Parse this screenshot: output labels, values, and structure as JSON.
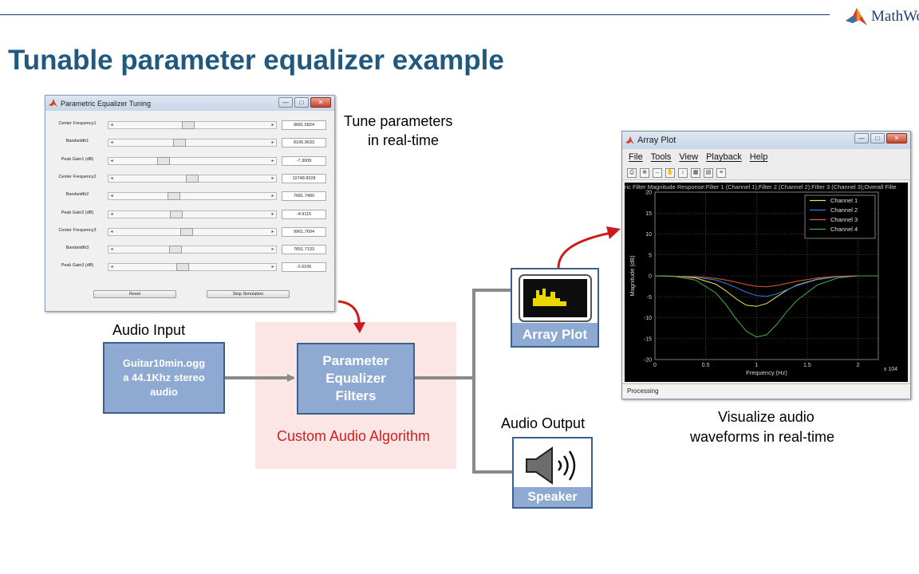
{
  "header": {
    "title": "Tunable parameter equalizer example",
    "logo_text": "MathWorks",
    "colors": {
      "title": "#21587f",
      "rule": "#1f3b5c",
      "logo_text": "#1e3f73"
    }
  },
  "tuning_window": {
    "title": "Parametric Equalizer Tuning",
    "params": [
      {
        "label": "Center Frequency1",
        "value": "9681.5824",
        "position": 0.47
      },
      {
        "label": "Bandwidth1",
        "value": "8106.9633",
        "position": 0.41
      },
      {
        "label": "Peak Gain1 (dB)",
        "value": "-7.3009",
        "position": 0.3
      },
      {
        "label": "Center Frequency2",
        "value": "10748.9028",
        "position": 0.5
      },
      {
        "label": "Bandwidth2",
        "value": "7681.7480",
        "position": 0.37
      },
      {
        "label": "Peak Gain2 (dB)",
        "value": "-4.9115",
        "position": 0.39
      },
      {
        "label": "Center Frequency3",
        "value": "9961.7604",
        "position": 0.46
      },
      {
        "label": "Bandwidth3",
        "value": "7651.7133",
        "position": 0.38
      },
      {
        "label": "Peak Gain3 (dB)",
        "value": "-2.6106",
        "position": 0.43
      }
    ],
    "reset_label": "Reset",
    "stop_label": "Stop Simulation"
  },
  "annotations": {
    "tune_line1": "Tune parameters",
    "tune_line2": "in real-time",
    "audio_input": "Audio  Input",
    "audio_output": "Audio  Output",
    "visualize_line1": "Visualize  audio",
    "visualize_line2": "waveforms in real-time",
    "custom_algorithm": "Custom Audio Algorithm"
  },
  "flow": {
    "input_line1": "Guitar10min.ogg",
    "input_line2": "a 44.1Khz stereo",
    "input_line3": "audio",
    "eq_line1": "Parameter",
    "eq_line2": "Equalizer",
    "eq_line3": "Filters",
    "array_plot_label": "Array Plot",
    "speaker_label": "Speaker",
    "colors": {
      "block_fill": "#8eaad3",
      "block_border": "#3d5f8c",
      "algo_area": "#fbe5e5",
      "algo_text": "#d01f1f",
      "annotation_arrow": "#cc1a1a"
    }
  },
  "array_plot_window": {
    "title": "Array Plot",
    "menu": [
      "File",
      "Tools",
      "View",
      "Playback",
      "Help"
    ],
    "toolbar_icons": [
      "print-icon",
      "zoom-in-icon",
      "zoom-x-icon",
      "pan-icon",
      "autoscale-icon",
      "grid-icon",
      "legend-icon",
      "properties-icon"
    ],
    "status": "Processing"
  },
  "chart_data": {
    "type": "line",
    "title": "ric Filter Magnitude Response:Filter 1 (Channel 1);Filter 2 (Channel 2);Filter 3 (Channel 3);Overall Filte",
    "xlabel": "Frequency (Hz)",
    "ylabel": "Magnitude (dB)",
    "x_multiplier": "x 10^4",
    "xlim": [
      0,
      2.2
    ],
    "ylim": [
      -20,
      20
    ],
    "xticks": [
      0,
      0.5,
      1,
      1.5,
      2
    ],
    "yticks": [
      20,
      15,
      10,
      5,
      0,
      -5,
      -10,
      -15,
      -20
    ],
    "grid": true,
    "legend_position": "top-right",
    "x": [
      0,
      0.2,
      0.4,
      0.6,
      0.7,
      0.8,
      0.9,
      1.0,
      1.1,
      1.2,
      1.3,
      1.4,
      1.6,
      1.8,
      2.0,
      2.2
    ],
    "series": [
      {
        "name": "Channel 1",
        "color": "#e8e85a",
        "values": [
          0,
          -0.1,
          -0.5,
          -2.0,
          -3.6,
          -5.5,
          -7.0,
          -7.3,
          -6.6,
          -5.0,
          -3.4,
          -2.2,
          -0.8,
          -0.2,
          0,
          0
        ]
      },
      {
        "name": "Channel 2",
        "color": "#2f7de0",
        "values": [
          0,
          -0.1,
          -0.3,
          -1.0,
          -1.8,
          -2.8,
          -3.9,
          -4.7,
          -4.9,
          -4.3,
          -3.3,
          -2.3,
          -0.9,
          -0.2,
          0,
          0
        ]
      },
      {
        "name": "Channel 3",
        "color": "#e05a3a",
        "values": [
          0,
          -0.1,
          -0.2,
          -0.6,
          -1.0,
          -1.5,
          -2.1,
          -2.5,
          -2.6,
          -2.3,
          -1.8,
          -1.3,
          -0.5,
          -0.1,
          0,
          0
        ]
      },
      {
        "name": "Channel 4",
        "color": "#45b045",
        "values": [
          0,
          -0.2,
          -1.0,
          -4.1,
          -6.9,
          -10.3,
          -13.2,
          -14.6,
          -14.1,
          -11.6,
          -8.5,
          -5.8,
          -2.2,
          -0.5,
          0,
          0
        ]
      }
    ]
  }
}
